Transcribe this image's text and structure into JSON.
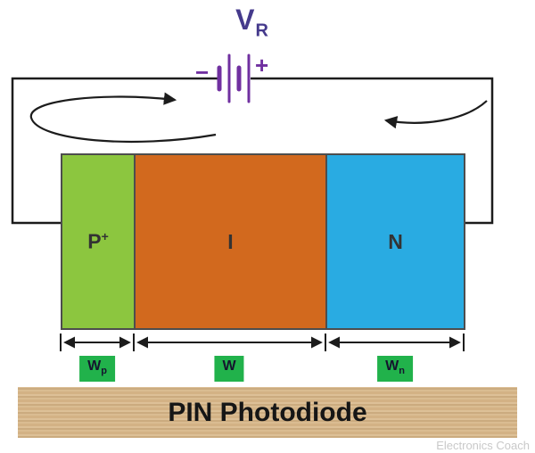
{
  "voltage": {
    "base": "V",
    "sub": "R"
  },
  "battery": {
    "minus": "−",
    "plus": "+"
  },
  "regions": {
    "p": {
      "base": "P",
      "sup": "+"
    },
    "i": {
      "base": "I"
    },
    "n": {
      "base": "N"
    }
  },
  "dims": {
    "wp": {
      "base": "W",
      "sub": "p"
    },
    "w": {
      "base": "W",
      "sub": ""
    },
    "wn": {
      "base": "W",
      "sub": "n"
    }
  },
  "footer": {
    "title": "PIN Photodiode",
    "watermark": "Electronics Coach"
  },
  "colors": {
    "p_region": "#8cc63f",
    "i_region": "#d2691e",
    "n_region": "#29abe2",
    "battery_purple": "#7030a0",
    "voltage_label": "#453a8c",
    "wire": "#1c1c1c",
    "dim_label_bg": "#21b24b",
    "banner_bg": "#d8b98e"
  }
}
